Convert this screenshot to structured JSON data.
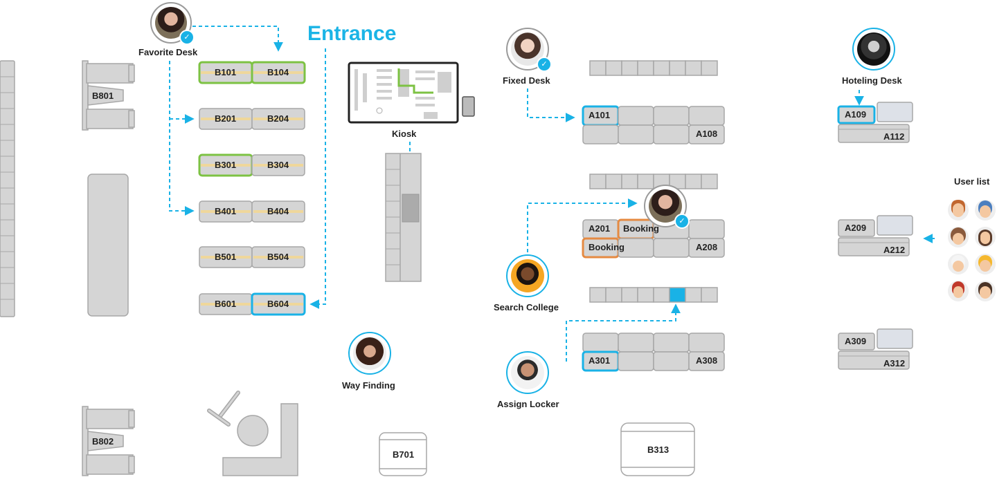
{
  "entrance": "Entrance",
  "labels": {
    "favorite_desk": "Favorite Desk",
    "kiosk": "Kiosk",
    "way_finding": "Way Finding",
    "fixed_desk": "Fixed Desk",
    "search_college": "Search College",
    "assign_locker": "Assign Locker",
    "hoteling_desk": "Hoteling Desk",
    "user_list": "User list"
  },
  "b_desks": [
    {
      "left": "B101",
      "right": "B104",
      "left_state": "favorite",
      "right_state": "favorite"
    },
    {
      "left": "B201",
      "right": "B204",
      "left_state": "free",
      "right_state": "free"
    },
    {
      "left": "B301",
      "right": "B304",
      "left_state": "favorite",
      "right_state": "free"
    },
    {
      "left": "B401",
      "right": "B404",
      "left_state": "free",
      "right_state": "free"
    },
    {
      "left": "B501",
      "right": "B504",
      "left_state": "free",
      "right_state": "free"
    },
    {
      "left": "B601",
      "right": "B604",
      "left_state": "free",
      "right_state": "selected"
    }
  ],
  "rooms": {
    "b801": "B801",
    "b802": "B802",
    "b701": "B701",
    "b313": "B313"
  },
  "a_desks": {
    "a101": "A101",
    "a108": "A108",
    "a201": "A201",
    "a208": "A208",
    "a301": "A301",
    "a308": "A308",
    "booking": "Booking"
  },
  "hoteling": [
    {
      "top": "A109",
      "bottom": "A112",
      "selected": true
    },
    {
      "top": "A209",
      "bottom": "A212",
      "selected": false
    },
    {
      "top": "A309",
      "bottom": "A312",
      "selected": false
    }
  ],
  "colors": {
    "accent": "#19b2e6",
    "favorite": "#7dc243",
    "booking": "#e58a42",
    "furniture": "#d5d5d5",
    "furniture_stroke": "#a7a7a7",
    "seat_stripe": "#efd79b"
  },
  "icons": [
    "check-icon",
    "arrow-left-icon"
  ]
}
